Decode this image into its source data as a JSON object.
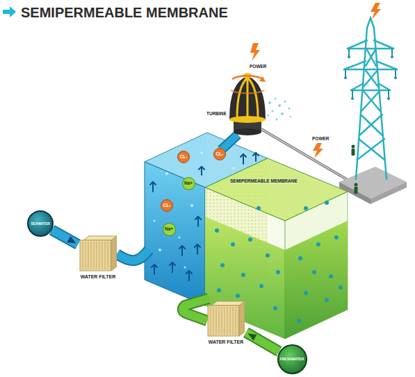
{
  "diagram": {
    "title": "SEMIPERMEABLE MEMBRANE",
    "nodes": [
      {
        "text": [
          "CL-"
        ]
      },
      {
        "text": [
          "CL-"
        ]
      },
      {
        "text": [
          "Na+"
        ]
      },
      {
        "text": [
          "CL-"
        ]
      },
      {
        "text": [
          "Na+"
        ]
      },
      {
        "text": [
          "SEAWATER"
        ]
      },
      {
        "text": [
          "WATER FILTER"
        ]
      },
      {
        "text": [
          "WATER FILTER"
        ]
      },
      {
        "text": [
          "FRESHWATER"
        ]
      }
    ],
    "edges": [
      {
        "from": 5,
        "to": 6,
        "arrow": "to"
      },
      {
        "from": 8,
        "to": 7,
        "arrow": "to"
      }
    ],
    "labels": [
      "POWER",
      "TURBINE",
      "POWER",
      "SEMIPERMEABLE MEMBRANE"
    ]
  }
}
